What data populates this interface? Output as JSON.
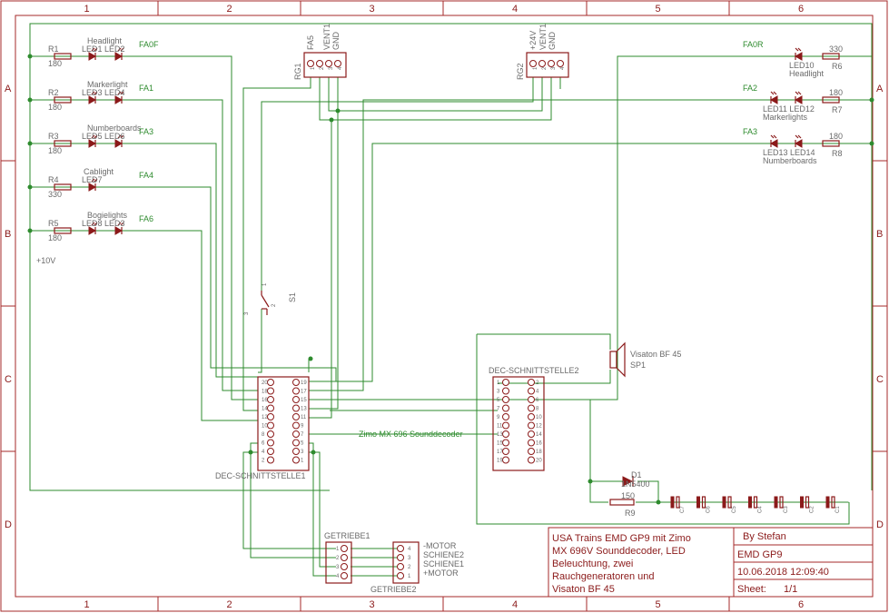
{
  "frame": {
    "columns": [
      "1",
      "2",
      "3",
      "4",
      "5",
      "6"
    ],
    "rows": [
      "A",
      "B",
      "C",
      "D"
    ]
  },
  "resistors": [
    {
      "name": "R1",
      "value": "180"
    },
    {
      "name": "R2",
      "value": "180"
    },
    {
      "name": "R3",
      "value": "180"
    },
    {
      "name": "R4",
      "value": "330"
    },
    {
      "name": "R5",
      "value": "180"
    },
    {
      "name": "R6",
      "value": "330"
    },
    {
      "name": "R7",
      "value": "180"
    },
    {
      "name": "R8",
      "value": "180"
    },
    {
      "name": "R9",
      "value": "150"
    }
  ],
  "left_groups": [
    {
      "leds": "LED1 LED2",
      "desc": "Headlight",
      "func": "FA0F"
    },
    {
      "leds": "LED3 LED4",
      "desc": "Markerlight",
      "func": "FA1"
    },
    {
      "leds": "LED5 LED6",
      "desc": "Numberboards",
      "func": "FA3"
    },
    {
      "leds": "LED7",
      "desc": "Cablight",
      "func": "FA4"
    },
    {
      "leds": "LED8 LED3",
      "desc": "Bogielights",
      "func": "FA6"
    }
  ],
  "right_groups": [
    {
      "leds": "LED10",
      "desc": "Headlight",
      "func": "FA0R"
    },
    {
      "leds": "LED11 LED12",
      "desc": "Markerlights",
      "func": "FA2"
    },
    {
      "leds": "LED13 LED14",
      "desc": "Numberboards",
      "func": "FA3"
    }
  ],
  "voltage_label": "+10V",
  "rg1": {
    "name": "RG1",
    "pins": [
      "FA5",
      "VENT1",
      "GND"
    ],
    "nums": [
      "1",
      "2",
      "3",
      "4"
    ]
  },
  "rg2": {
    "name": "RG2",
    "pins": [
      "+24V",
      "VENT1",
      "GND"
    ],
    "nums": [
      "1",
      "2",
      "3",
      "4"
    ]
  },
  "switch": {
    "name": "S1",
    "pins": [
      "1",
      "2",
      "3"
    ]
  },
  "dec1": {
    "name": "DEC-SCHNITTSTELLE1",
    "left_pins": [
      "20",
      "18",
      "16",
      "14",
      "12",
      "10",
      "8",
      "6",
      "4",
      "2"
    ],
    "right_pins": [
      "19",
      "17",
      "15",
      "13",
      "11",
      "9",
      "7",
      "5",
      "3",
      "1"
    ]
  },
  "dec2": {
    "name": "DEC-SCHNITTSTELLE2",
    "left_pins": [
      "1",
      "3",
      "5",
      "7",
      "9",
      "11",
      "13",
      "15",
      "17",
      "19"
    ],
    "right_pins": [
      "2",
      "4",
      "6",
      "8",
      "10",
      "12",
      "14",
      "16",
      "18",
      "20"
    ]
  },
  "decoder_label": "Zimo MX 696 Sounddecoder",
  "speaker": {
    "name": "SP1",
    "type": "Visaton BF 45"
  },
  "diode": {
    "name": "D1",
    "type": "1N5400"
  },
  "caps": [
    "C7",
    "C6",
    "C5",
    "C4",
    "C3",
    "C2",
    "C1"
  ],
  "getriebe1": {
    "name": "GETRIEBE1",
    "pins": [
      "1",
      "2",
      "3",
      "4"
    ]
  },
  "getriebe2": {
    "name": "GETRIEBE2",
    "pins": [
      "4",
      "3",
      "2",
      "1"
    ]
  },
  "motor_labels": [
    "-MOTOR",
    "SCHIENE2",
    "SCHIENE1",
    "+MOTOR"
  ],
  "title_block": {
    "description": [
      "USA Trains EMD GP9 mit Zimo",
      "MX 696V Sounddecoder, LED",
      "Beleuchtung, zwei",
      "Rauchgeneratoren und",
      "Visaton BF 45"
    ],
    "author": "By Stefan",
    "name": "EMD GP9",
    "date": "10.06.2018 12:09:40",
    "sheet_label": "Sheet:",
    "sheet_value": "1/1"
  },
  "colors": {
    "frame": "#a52a2a",
    "wire": "#2e8b2e",
    "part": "#8b1a1a",
    "text": "#6a6a6a"
  }
}
